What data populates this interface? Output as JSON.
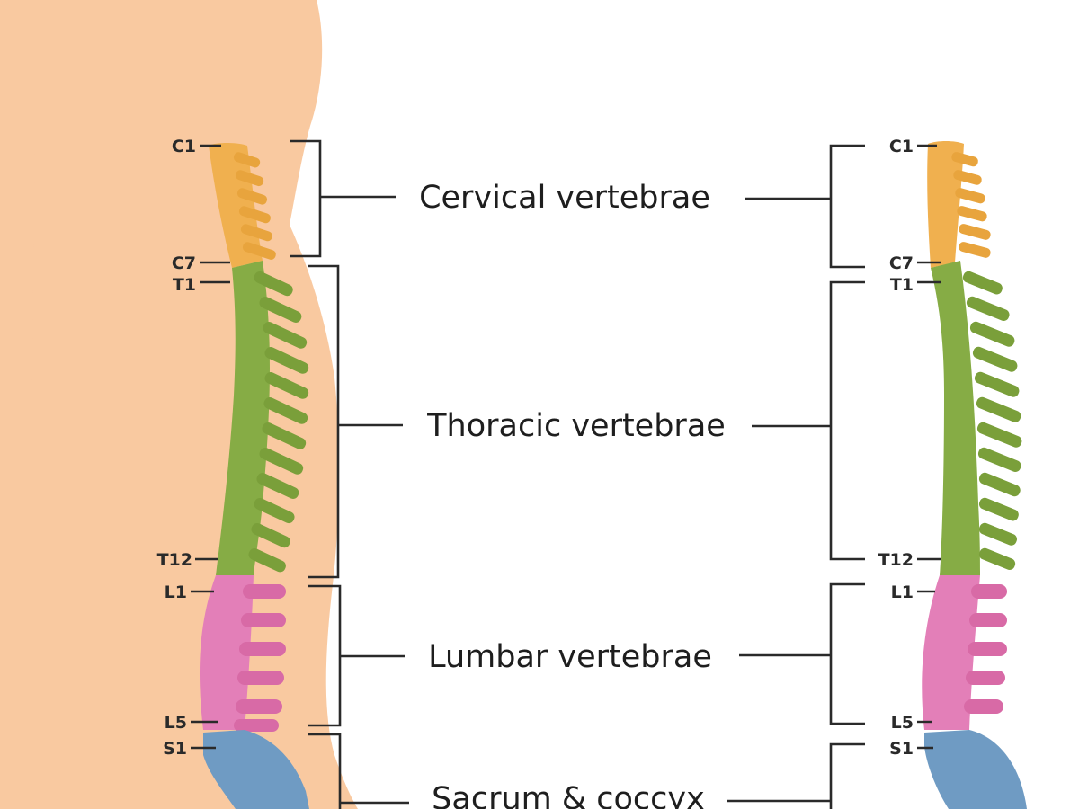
{
  "regions": [
    {
      "key": "cervical",
      "label": "Cervical vertebrae",
      "color": "#f0b04f",
      "top": "C1",
      "bottom": "C7"
    },
    {
      "key": "thoracic",
      "label": "Thoracic vertebrae",
      "color": "#86ac45",
      "top": "T1",
      "bottom": "T12"
    },
    {
      "key": "lumbar",
      "label": "Lumbar vertebrae",
      "color": "#e37fb8",
      "top": "L1",
      "bottom": "L5"
    },
    {
      "key": "sacrum",
      "label": "Sacrum & coccyx",
      "color": "#6f9bc3",
      "top": "S1"
    }
  ],
  "colors": {
    "skin": "#f9c9a0",
    "cervical_bone": "#f0b04f",
    "thoracic_bone": "#86ac45",
    "lumbar_bone": "#e37fb8",
    "sacrum_bone": "#6f9bc3",
    "line": "#2a2a2a"
  }
}
